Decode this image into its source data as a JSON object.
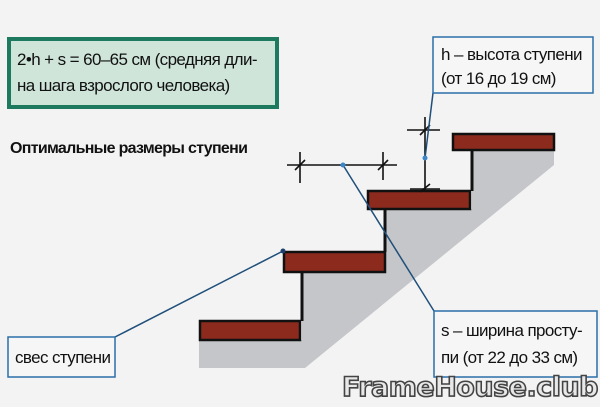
{
  "formula": {
    "line1": "2•h + s = 60–65 см (средняя дли-",
    "line2": "на шага взрослого человека)"
  },
  "title": "Оптимальные размеры ступени",
  "labels": {
    "height": {
      "line1": "h – высота ступени",
      "line2": "(от 16 до 19 см)"
    },
    "width": {
      "line1": "s – ширина просту-",
      "line2": "пи (от 22 до 33 см)"
    },
    "overhang": "свес ступени"
  },
  "watermark": "FrameHouse.club",
  "colors": {
    "tread": "#8c2a1e",
    "concrete": "#c4c6c9",
    "formula_border": "#1e7a5e",
    "formula_fill": "#cfe5da",
    "leader": "#1f4f7a"
  }
}
